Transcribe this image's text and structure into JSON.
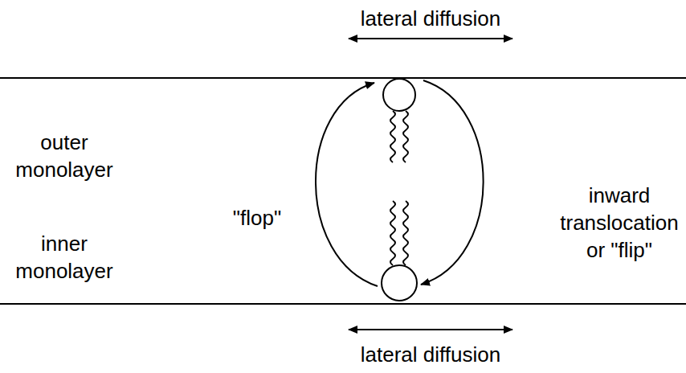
{
  "diagram": {
    "labels": [
      "lateral diffusion",
      "outer monolayer",
      "inner monolayer",
      "\"flop\"",
      "inward translocation or \"flip\"",
      "lateral diffusion"
    ]
  }
}
